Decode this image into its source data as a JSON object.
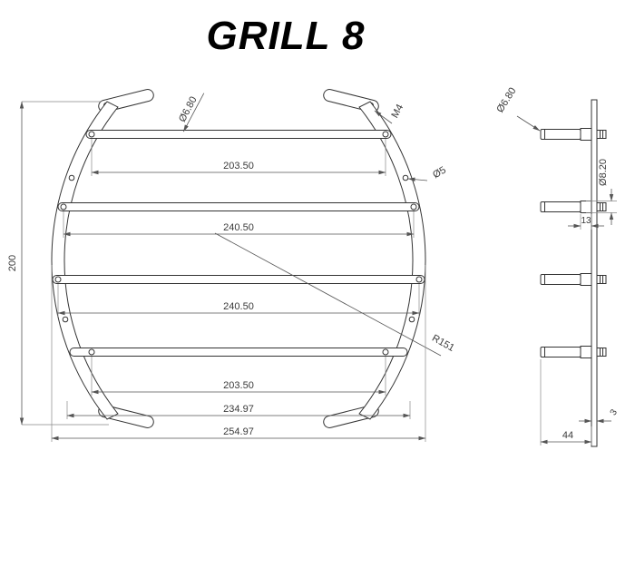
{
  "title": "GRILL 8",
  "front_view": {
    "height": "200",
    "hole_callout": "Ø6.80",
    "thread_callout": "M4",
    "side_hole_callout": "Ø5",
    "radius_callout": "R151",
    "bar1_length": "203.50",
    "bar2_length": "240.50",
    "bar3_length": "240.50",
    "bar4_length": "203.50",
    "mid_width": "234.97",
    "overall_width": "254.97"
  },
  "side_view": {
    "pin_dia_callout": "Ø6.80",
    "boss_dia_callout": "Ø8.20",
    "boss_length": "13",
    "plate_thickness": "3",
    "pin_length": "44"
  }
}
